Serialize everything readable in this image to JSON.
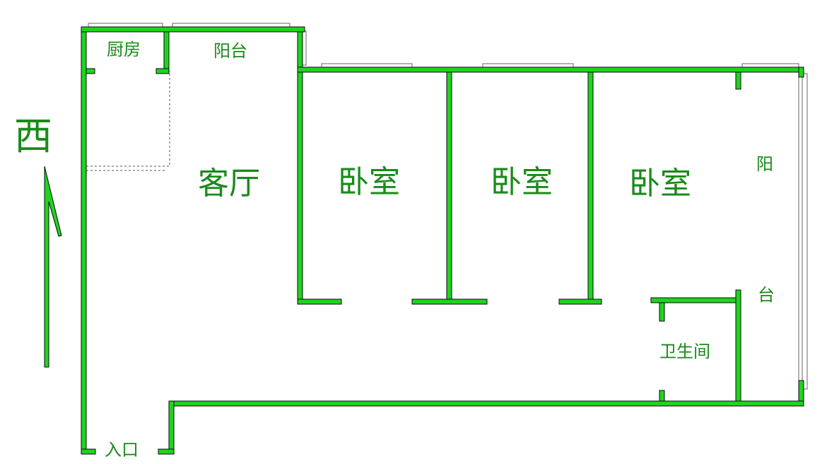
{
  "labels": {
    "kitchen": "厨房",
    "balcony_top": "阳台",
    "living_room": "客厅",
    "bedroom_1": "卧室",
    "bedroom_2": "卧室",
    "bedroom_3": "卧室",
    "balcony_right_top": "阳",
    "balcony_right_bottom": "台",
    "bathroom": "卫生间",
    "entrance": "入口",
    "compass": "西"
  },
  "colors": {
    "wall": "#1fd41f",
    "label": "#1a8a1a",
    "window": "#666666",
    "background": "#ffffff"
  }
}
